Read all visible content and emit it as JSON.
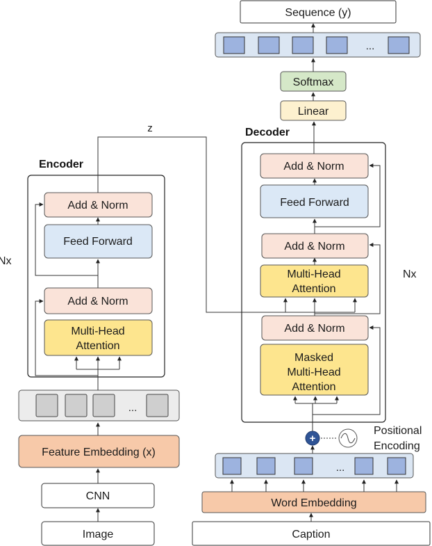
{
  "labels": {
    "image": "Image",
    "cnn": "CNN",
    "feature_embedding": "Feature Embedding (x)",
    "encoder_ellipsis": "...",
    "encoder_title": "Encoder",
    "decoder_title": "Decoder",
    "add_norm": "Add & Norm",
    "feed_forward": "Feed Forward",
    "multi_head_1": "Multi-Head",
    "multi_head_2": "Attention",
    "masked_1": "Masked",
    "masked_2": "Multi-Head",
    "masked_3": "Attention",
    "nx": "Nx",
    "z": "z",
    "caption": "Caption",
    "word_embedding": "Word Embedding",
    "decoder_ellipsis": "...",
    "plus": "+",
    "positional_1": "Positional",
    "positional_2": "Encoding",
    "linear": "Linear",
    "softmax": "Softmax",
    "output_ellipsis": "...",
    "sequence": "Sequence (y)"
  },
  "colors": {
    "add_norm": "#fae3d9",
    "feed_forward": "#dbe8f6",
    "attention": "#fde58e",
    "embedding": "#f7c9a9",
    "linear": "#fdf1cf",
    "softmax": "#d5e8c8",
    "token_strip": "#dbe6f3",
    "token_blue": "#9db3df",
    "feature_strip": "#ececec",
    "feature_token": "#cfcfcf",
    "plus_circle": "#2f5496"
  }
}
